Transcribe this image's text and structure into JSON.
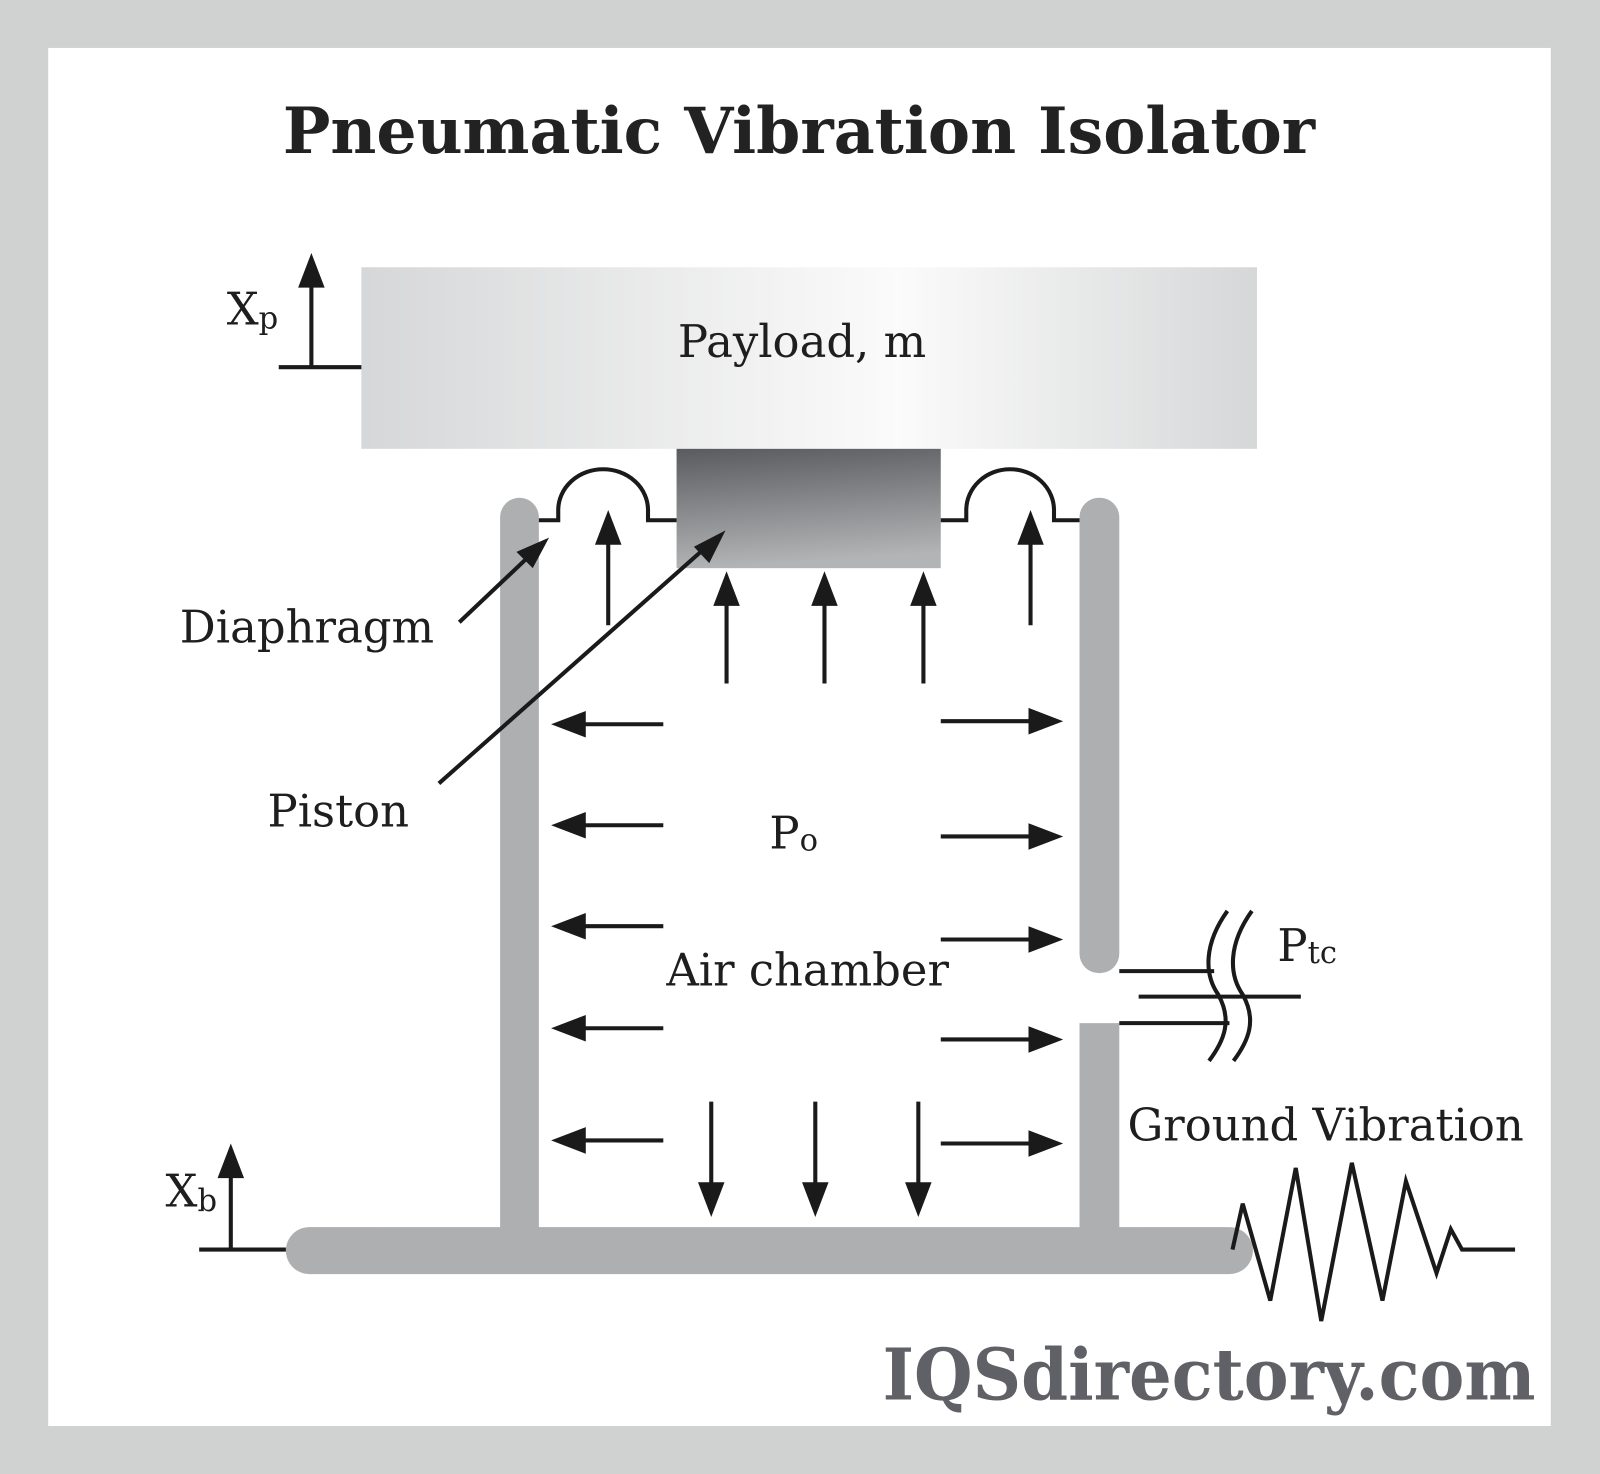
{
  "title": "Pneumatic Vibration Isolator",
  "labels": {
    "payload": "Payload, m",
    "xp_main": "X",
    "xp_sub": "p",
    "xb_main": "X",
    "xb_sub": "b",
    "diaphragm": "Diaphragm",
    "piston": "Piston",
    "po_main": "P",
    "po_sub": "o",
    "air_chamber": "Air chamber",
    "ptc_main": "P",
    "ptc_sub": "tc",
    "ground_vibration": "Ground Vibration"
  },
  "logo": "IQSdirectory.com",
  "colors": {
    "frame": "#d0d1d1",
    "wall": "#aeafb0",
    "logo": "#606067",
    "piston_top": "#5a5b5e",
    "piston_bottom": "#b3b4b6"
  }
}
